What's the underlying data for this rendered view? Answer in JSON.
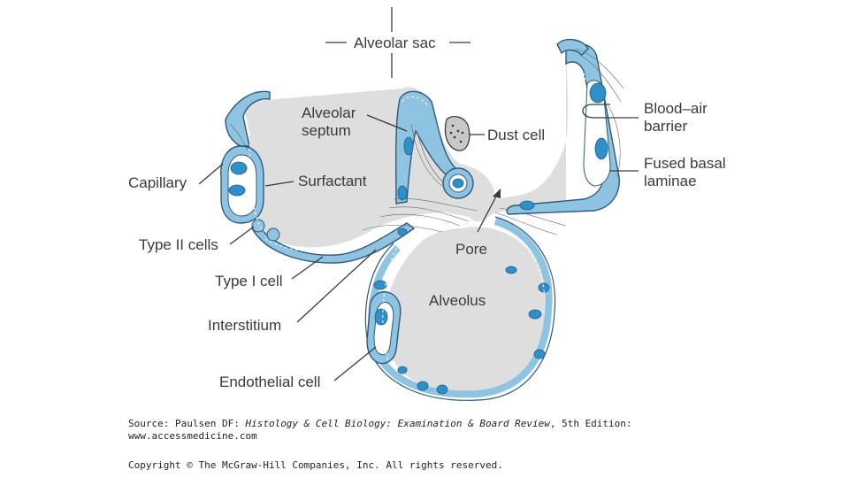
{
  "labels": {
    "alveolar_sac": "Alveolar sac",
    "alveolar_septum_line1": "Alveolar",
    "alveolar_septum_line2": "septum",
    "dust_cell": "Dust cell",
    "blood_air_barrier_line1": "Blood–air",
    "blood_air_barrier_line2": "barrier",
    "fused_basal_laminae_line1": "Fused basal",
    "fused_basal_laminae_line2": "laminae",
    "capillary": "Capillary",
    "surfactant": "Surfactant",
    "type_ii_cells": "Type II cells",
    "type_i_cell": "Type I cell",
    "pore": "Pore",
    "alveolus": "Alveolus",
    "interstitium": "Interstitium",
    "endothelial_cell": "Endothelial cell"
  },
  "caption": {
    "source_prefix": "Source: Paulsen DF: ",
    "source_title": "Histology & Cell Biology: Examination & Board Review",
    "source_suffix": ", 5th Edition:",
    "url": "www.accessmedicine.com",
    "copyright": "Copyright © The McGraw-Hill Companies, Inc. All rights reserved."
  },
  "colors": {
    "cell_wall": "#8fc3e2",
    "nucleus": "#2f8fc9",
    "air_space": "#dedede"
  }
}
